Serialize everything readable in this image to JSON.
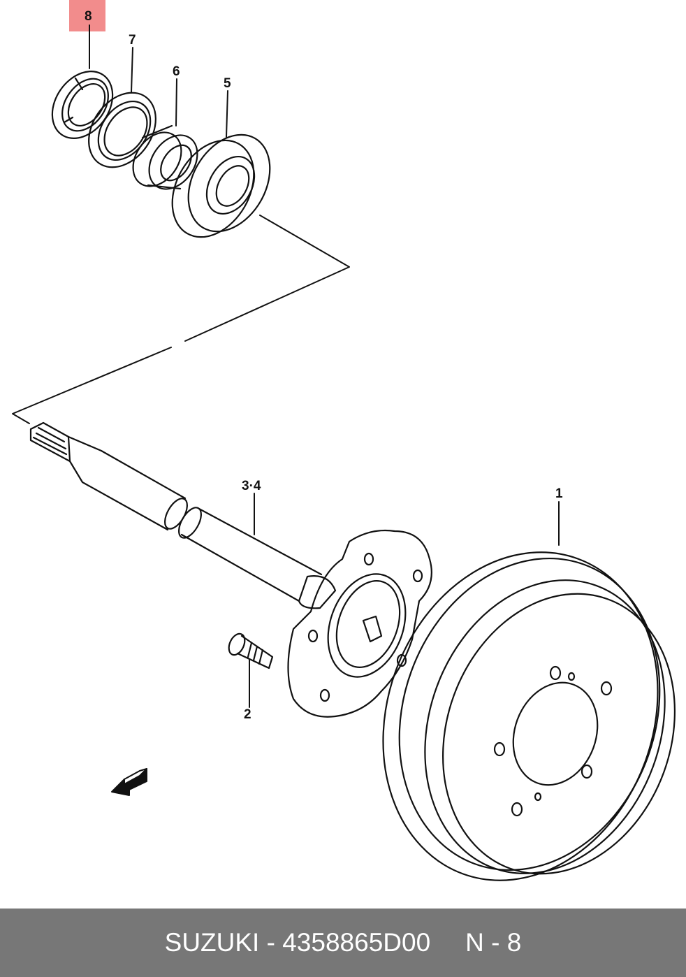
{
  "callouts": {
    "c8": "8",
    "c7": "7",
    "c6": "6",
    "c5": "5",
    "c34": "3·4",
    "c1": "1",
    "c2": "2"
  },
  "highlight": {
    "color": "#f28c8c"
  },
  "footer": {
    "brand": "SUZUKI",
    "dash": "-",
    "part_number": "4358865D00",
    "ref": "N - 8",
    "background": "#777777"
  },
  "icons": [
    "front-direction-arrow-icon"
  ]
}
